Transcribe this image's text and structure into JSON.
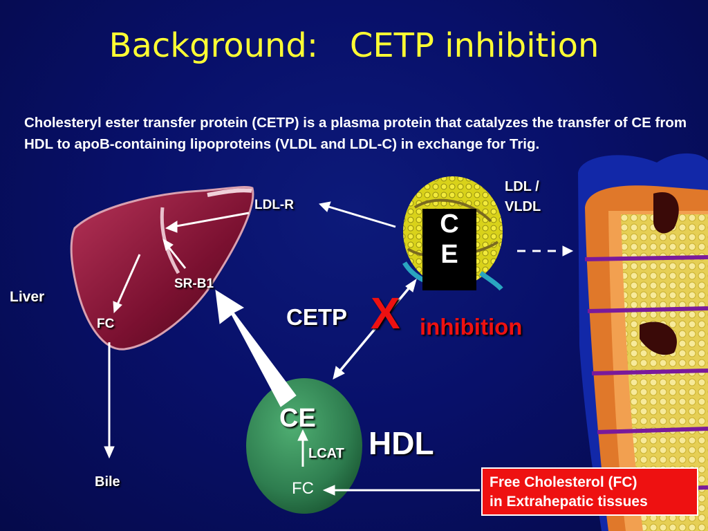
{
  "slide": {
    "title": "Background:   CETP inhibition",
    "intro": "Cholesteryl ester transfer protein (CETP) is a plasma protein that catalyzes the transfer of CE from HDL to apoB-containing lipoproteins (VLDL and LDL-C) in exchange for Trig."
  },
  "diagram": {
    "liver_label": "Liver",
    "ldl_r": "LDL-R",
    "sr_b1": "SR-B1",
    "liver_fc": "FC",
    "bile": "Bile",
    "ldl_vldl_line1": "LDL /",
    "ldl_vldl_line2": "VLDL",
    "ce_box_line1": "C",
    "ce_box_line2": "E",
    "cetp": "CETP",
    "x_mark": "X",
    "inhibition": "inhibition",
    "hdl_ce": "CE",
    "lcat": "LCAT",
    "hdl_fc": "FC",
    "hdl": "HDL",
    "fc_tissue_line1": "Free Cholesterol (FC)",
    "fc_tissue_line2": "in Extrahepatic tissues"
  },
  "colors": {
    "title": "#ffff33",
    "inhibit_x": "#ee1111",
    "hdl_sphere": "#2e7d4f",
    "liver": "#7a1030",
    "fc_box": "#ee1111"
  }
}
